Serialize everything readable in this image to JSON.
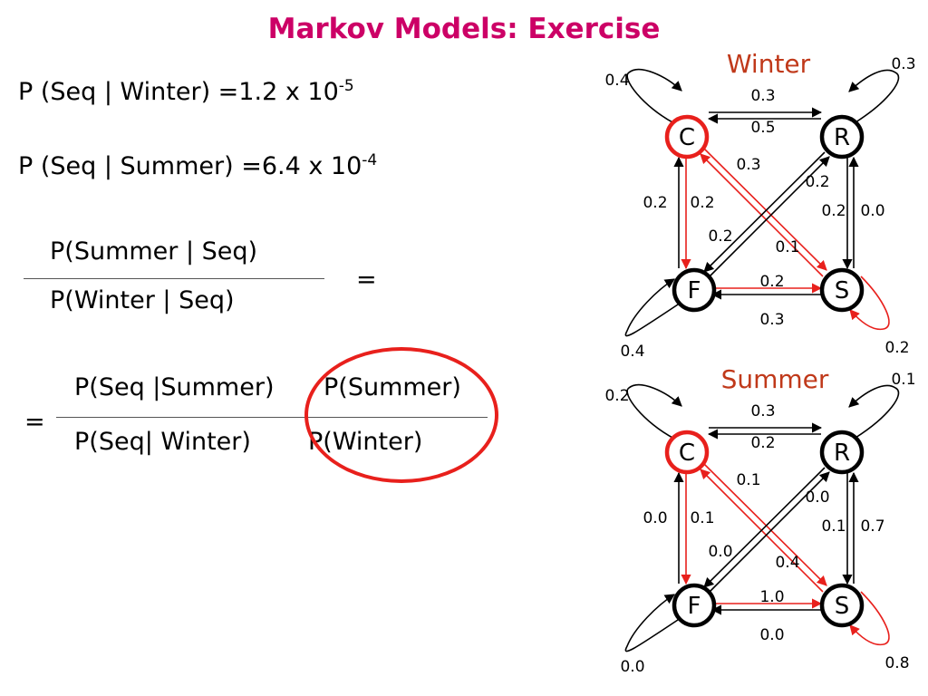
{
  "slide": {
    "title": "Markov Models: Exercise",
    "eq_winter": {
      "text": "P (Seq | Winter) =1.2 x 10",
      "exp": "-5"
    },
    "eq_summer": {
      "text": "P (Seq | Summer) =6.4 x 10",
      "exp": "-4"
    },
    "fraction1": {
      "numerator": "P(Summer | Seq)",
      "denominator": "P(Winter | Seq)",
      "equals": "="
    },
    "fraction2": {
      "equals": "=",
      "numerator_left": "P(Seq |Summer)",
      "numerator_right": "P(Summer)",
      "denominator_left": "P(Seq| Winter)",
      "denominator_right": "P(Winter)"
    }
  },
  "colors": {
    "title": "#cc0066",
    "highlight": "#e8201c",
    "diagram_title": "#c0391a",
    "edge_default": "#000000"
  },
  "diagrams": [
    {
      "title": "Winter",
      "states": [
        "C",
        "R",
        "F",
        "S"
      ],
      "self_loops": {
        "C": "0.4",
        "R": "0.3",
        "F": "0.4",
        "S": "0.2"
      },
      "transitions": {
        "C_to_R": "0.3",
        "R_to_C": "0.5",
        "C_to_F": "0.2",
        "F_to_C": "0.2",
        "R_to_S": "0.2",
        "S_to_R": "0.0",
        "F_to_S": "0.2",
        "S_to_F": "0.3",
        "C_to_S": "0.1",
        "S_to_C": "0.3",
        "R_to_F": "0.2",
        "F_to_R": "0.2"
      }
    },
    {
      "title": "Summer",
      "states": [
        "C",
        "R",
        "F",
        "S"
      ],
      "self_loops": {
        "C": "0.2",
        "R": "0.1",
        "F": "0.0",
        "S": "0.8"
      },
      "transitions": {
        "C_to_R": "0.3",
        "R_to_C": "0.2",
        "C_to_F": "0.1",
        "F_to_C": "0.0",
        "R_to_S": "0.1",
        "S_to_R": "0.7",
        "F_to_S": "1.0",
        "S_to_F": "0.0",
        "C_to_S": "0.4",
        "S_to_C": "0.1",
        "R_to_F": "0.0",
        "F_to_R": "0.0"
      }
    }
  ]
}
